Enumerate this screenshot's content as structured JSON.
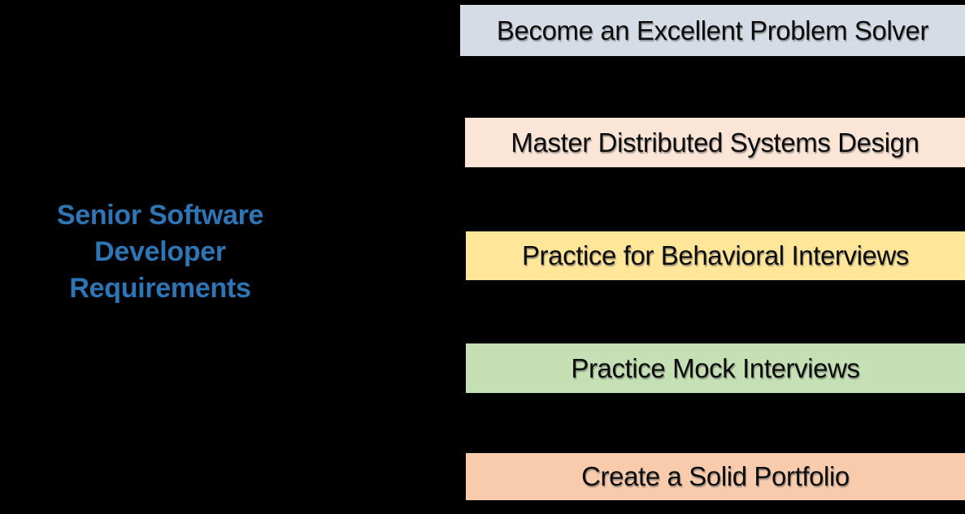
{
  "diagram": {
    "background_color": "#000000",
    "title": {
      "full_text": "Senior Software Developer Requirements",
      "lines": [
        "Senior Software",
        "Developer",
        "Requirements"
      ],
      "color": "#2E75B6"
    },
    "items": [
      {
        "label": "Become an Excellent Problem Solver",
        "bg": "#D6DCE5"
      },
      {
        "label": "Master Distributed Systems Design",
        "bg": "#FBE5D6"
      },
      {
        "label": "Practice for Behavioral Interviews",
        "bg": "#FFE699"
      },
      {
        "label": "Practice Mock Interviews",
        "bg": "#C5E0B4"
      },
      {
        "label": "Create a Solid Portfolio",
        "bg": "#F8CBAD"
      }
    ],
    "item_text_color": "#0D0D0D"
  }
}
